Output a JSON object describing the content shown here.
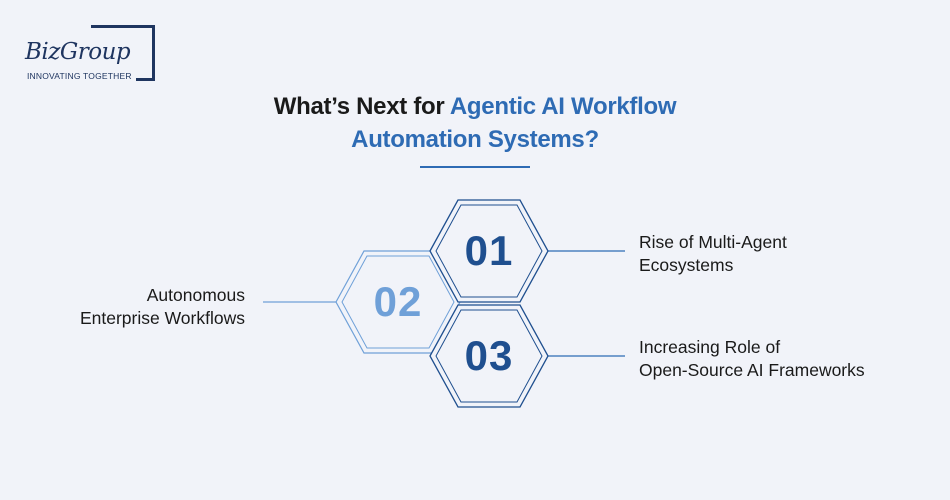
{
  "brand": {
    "name": "BizGroup",
    "tagline": "INNOVATING TOGETHER"
  },
  "heading": {
    "prefix": "What’s Next for ",
    "accent_line1": "Agentic AI Workflow",
    "accent_line2": "Automation Systems?"
  },
  "items": [
    {
      "number": "01",
      "label_line1": "Rise of Multi-Agent",
      "label_line2": "Ecosystems"
    },
    {
      "number": "02",
      "label_line1": "Autonomous",
      "label_line2": "Enterprise Workflows"
    },
    {
      "number": "03",
      "label_line1": "Increasing Role of",
      "label_line2": "Open-Source AI Frameworks"
    }
  ],
  "colors": {
    "dark_blue": "#1f4f8f",
    "light_blue": "#6fa0d8",
    "accent": "#2e6bb4",
    "background": "#f1f3f9"
  }
}
